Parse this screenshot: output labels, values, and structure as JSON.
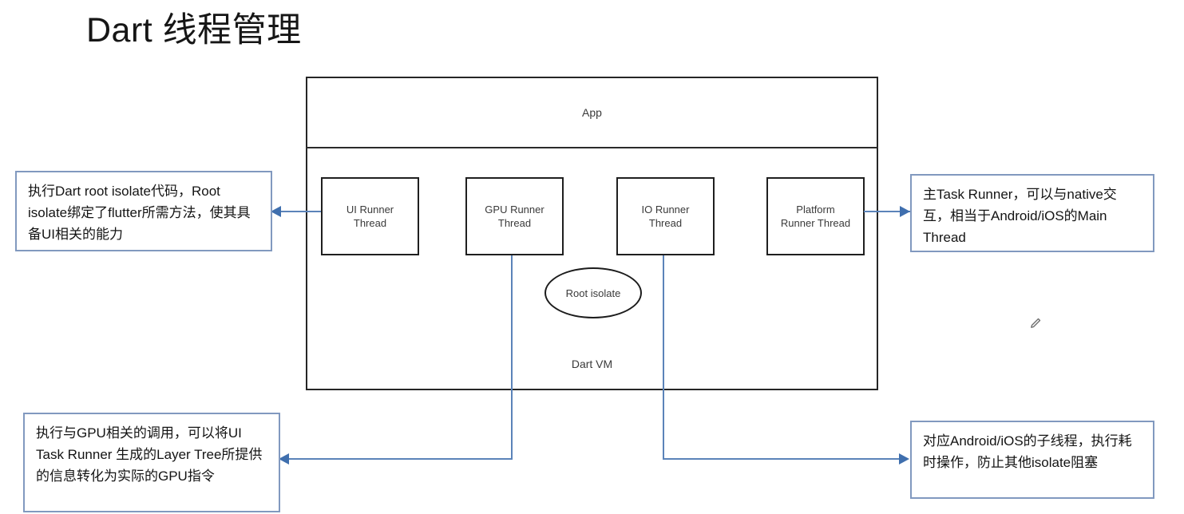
{
  "title": "Dart 线程管理",
  "diagram": {
    "container": {
      "app_label": "App",
      "vm_label": "Dart VM"
    },
    "threads": [
      {
        "id": "ui",
        "name": "UI Runner Thread",
        "line1": "UI Runner",
        "line2": "Thread"
      },
      {
        "id": "gpu",
        "name": "GPU Runner Thread",
        "line1": "GPU Runner",
        "line2": "Thread"
      },
      {
        "id": "io",
        "name": "IO Runner Thread",
        "line1": "IO Runner",
        "line2": "Thread"
      },
      {
        "id": "platform",
        "name": "Platform Runner Thread",
        "line1": "Platform",
        "line2": "Runner Thread"
      }
    ],
    "isolate": {
      "label": "Root isolate"
    },
    "callouts": [
      {
        "id": "ui",
        "target": "UI Runner Thread",
        "text": "执行Dart root isolate代码，Root isolate绑定了flutter所需方法，使其具备UI相关的能力"
      },
      {
        "id": "platform",
        "target": "Platform Runner Thread",
        "text": "主Task Runner，可以与native交互，相当于Android/iOS的Main Thread"
      },
      {
        "id": "gpu",
        "target": "GPU Runner Thread",
        "text": "执行与GPU相关的调用，可以将UI Task Runner 生成的Layer Tree所提供的信息转化为实际的GPU指令"
      },
      {
        "id": "io",
        "target": "IO Runner Thread",
        "text": "对应Android/iOS的子线程，执行耗时操作，防止其他isolate阻塞"
      }
    ]
  },
  "watermark": "",
  "colors": {
    "connector": "#5b83b9",
    "callout_border": "#8199bf",
    "box_border": "#1f1f1f",
    "text": "#141414"
  }
}
